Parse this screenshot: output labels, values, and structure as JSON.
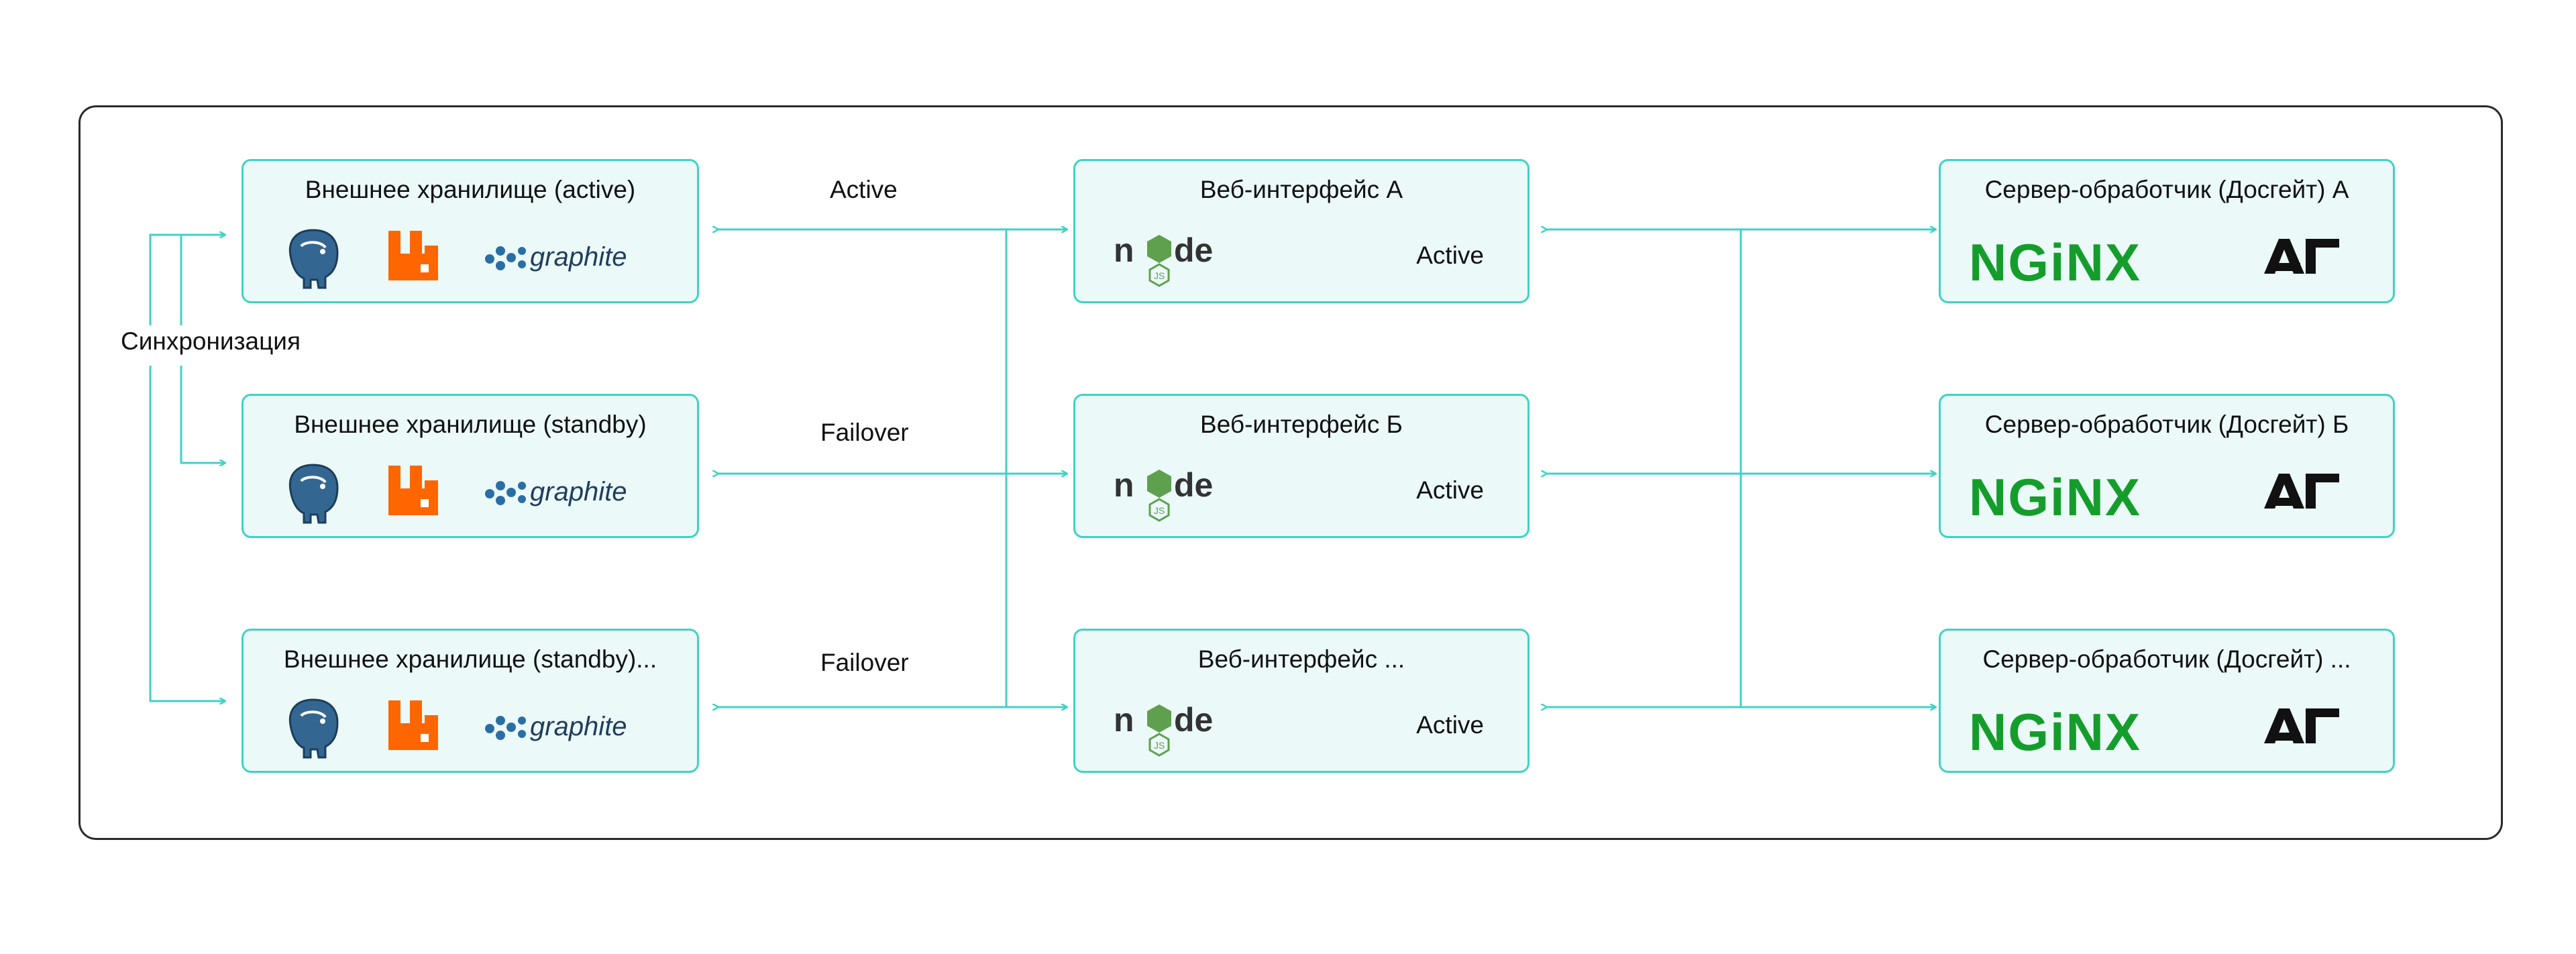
{
  "colors": {
    "connector": "#3fd2c7",
    "box_fill": "#ebfaf8",
    "frame_border": "#2a2a2a",
    "nginx_green": "#159d2b",
    "rabbitmq_orange": "#ff6600",
    "postgres_blue": "#336791",
    "node_green": "#5fa04e"
  },
  "sync": {
    "label": "Синхронизация"
  },
  "storage": [
    {
      "title": "Внешнее хранилище (active)",
      "graphite": "graphite"
    },
    {
      "title": "Внешнее хранилище (standby)",
      "graphite": "graphite"
    },
    {
      "title": "Внешнее хранилище (standby)...",
      "graphite": "graphite"
    }
  ],
  "edges": [
    {
      "label": "Active"
    },
    {
      "label": "Failover"
    },
    {
      "label": "Failover"
    }
  ],
  "web": [
    {
      "title": "Веб-интерфейс А",
      "status": "Active"
    },
    {
      "title": "Веб-интерфейс Б",
      "status": "Active"
    },
    {
      "title": "Веб-интерфейс ...",
      "status": "Active"
    }
  ],
  "servers": [
    {
      "title": "Сервер-обработчик (Досгейт) А",
      "nginx": "NGiNX"
    },
    {
      "title": "Сервер-обработчик (Досгейт) Б",
      "nginx": "NGiNX"
    },
    {
      "title": "Сервер-обработчик (Досгейт) ...",
      "nginx": "NGiNX"
    }
  ],
  "icons": [
    "postgresql-icon",
    "rabbitmq-icon",
    "graphite-icon",
    "nodejs-icon",
    "nginx-icon",
    "dosgate-icon"
  ]
}
